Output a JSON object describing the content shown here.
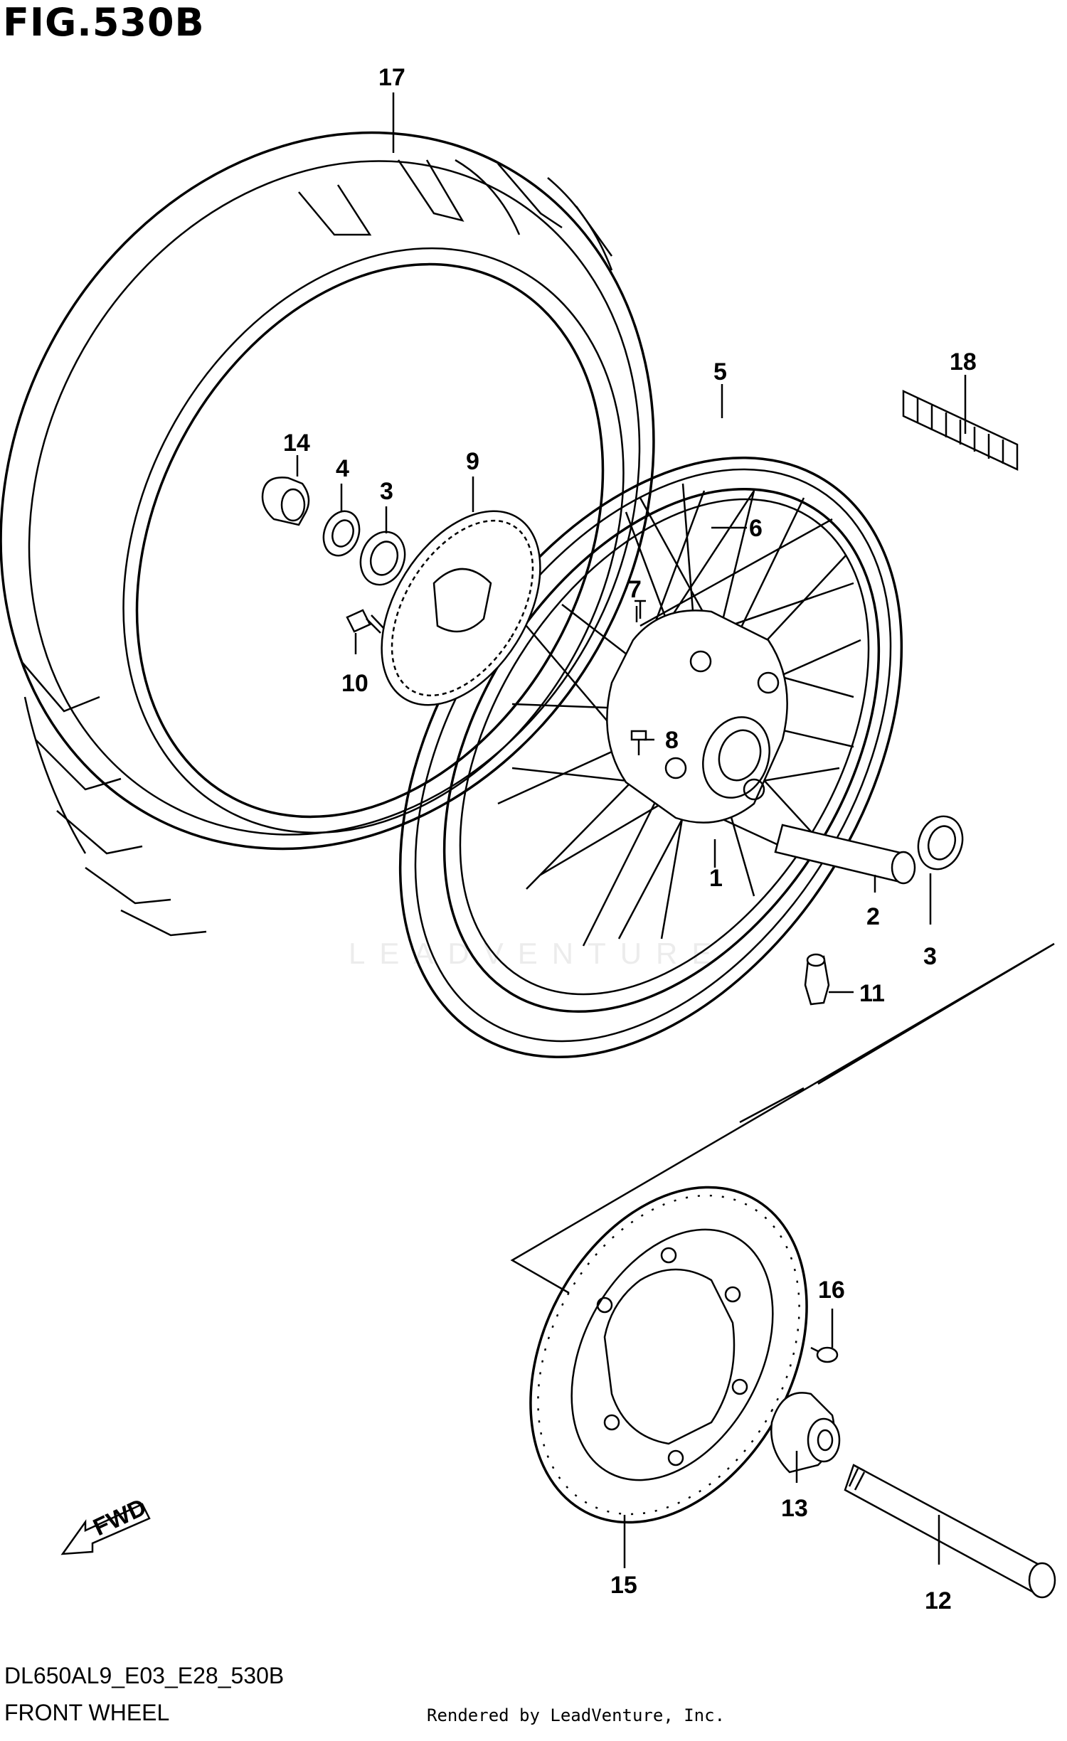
{
  "figure_title": "FIG.530B",
  "diagram_code": "DL650AL9_E03_E28_530B",
  "diagram_name": "FRONT WHEEL",
  "rendered_by": "Rendered by LeadVenture, Inc.",
  "watermark": "LEADVENTURE",
  "fwd_label": "FWD",
  "callouts": {
    "c17": "17",
    "c18": "18",
    "c5": "5",
    "c14": "14",
    "c4": "4",
    "c3a": "3",
    "c9": "9",
    "c6": "6",
    "c7": "7",
    "c10": "10",
    "c8": "8",
    "c1": "1",
    "c2": "2",
    "c3b": "3",
    "c11": "11",
    "c16": "16",
    "c13": "13",
    "c15": "15",
    "c12": "12"
  }
}
